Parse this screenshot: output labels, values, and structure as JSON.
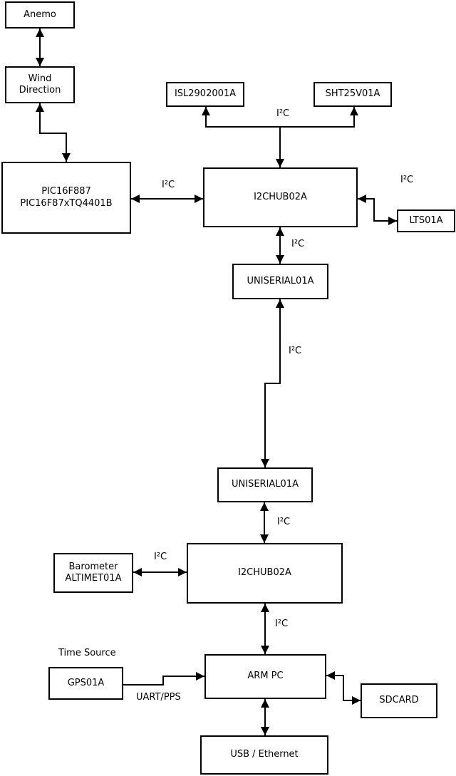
{
  "diagram": {
    "background_color": "#ffffff",
    "line_color": "#000000",
    "blocks": {
      "anemo": {
        "label": "Anemo"
      },
      "wind_direction": {
        "label": "Wind\nDirection"
      },
      "pic": {
        "label": "PIC16F887\nPIC16F87xTQ4401B"
      },
      "isl": {
        "label": "ISL2902001A"
      },
      "sht": {
        "label": "SHT25V01A"
      },
      "i2chub_top": {
        "label": "I2CHUB02A"
      },
      "lts": {
        "label": "LTS01A"
      },
      "uniserial_top": {
        "label": "UNISERIAL01A"
      },
      "uniserial_bottom": {
        "label": "UNISERIAL01A"
      },
      "barometer": {
        "label": "Barometer\nALTIMET01A"
      },
      "i2chub_bottom": {
        "label": "I2CHUB02A"
      },
      "gps": {
        "label": "GPS01A"
      },
      "arm_pc": {
        "label": "ARM PC"
      },
      "sdcard": {
        "label": "SDCARD"
      },
      "usb_ethernet": {
        "label": "USB / Ethernet"
      }
    },
    "edge_labels": {
      "i2c_top_bus": "I²C",
      "i2c_pic_hub": "I²C",
      "i2c_hub_lts": "I²C",
      "i2c_hub_uniserial": "I²C",
      "i2c_uniserial_link": "I²C",
      "i2c_uniserial_hub2": "I²C",
      "i2c_barometer_hub2": "I²C",
      "i2c_hub2_arm": "I²C",
      "time_source": "Time Source",
      "uart_pps": "UART/PPS"
    }
  }
}
